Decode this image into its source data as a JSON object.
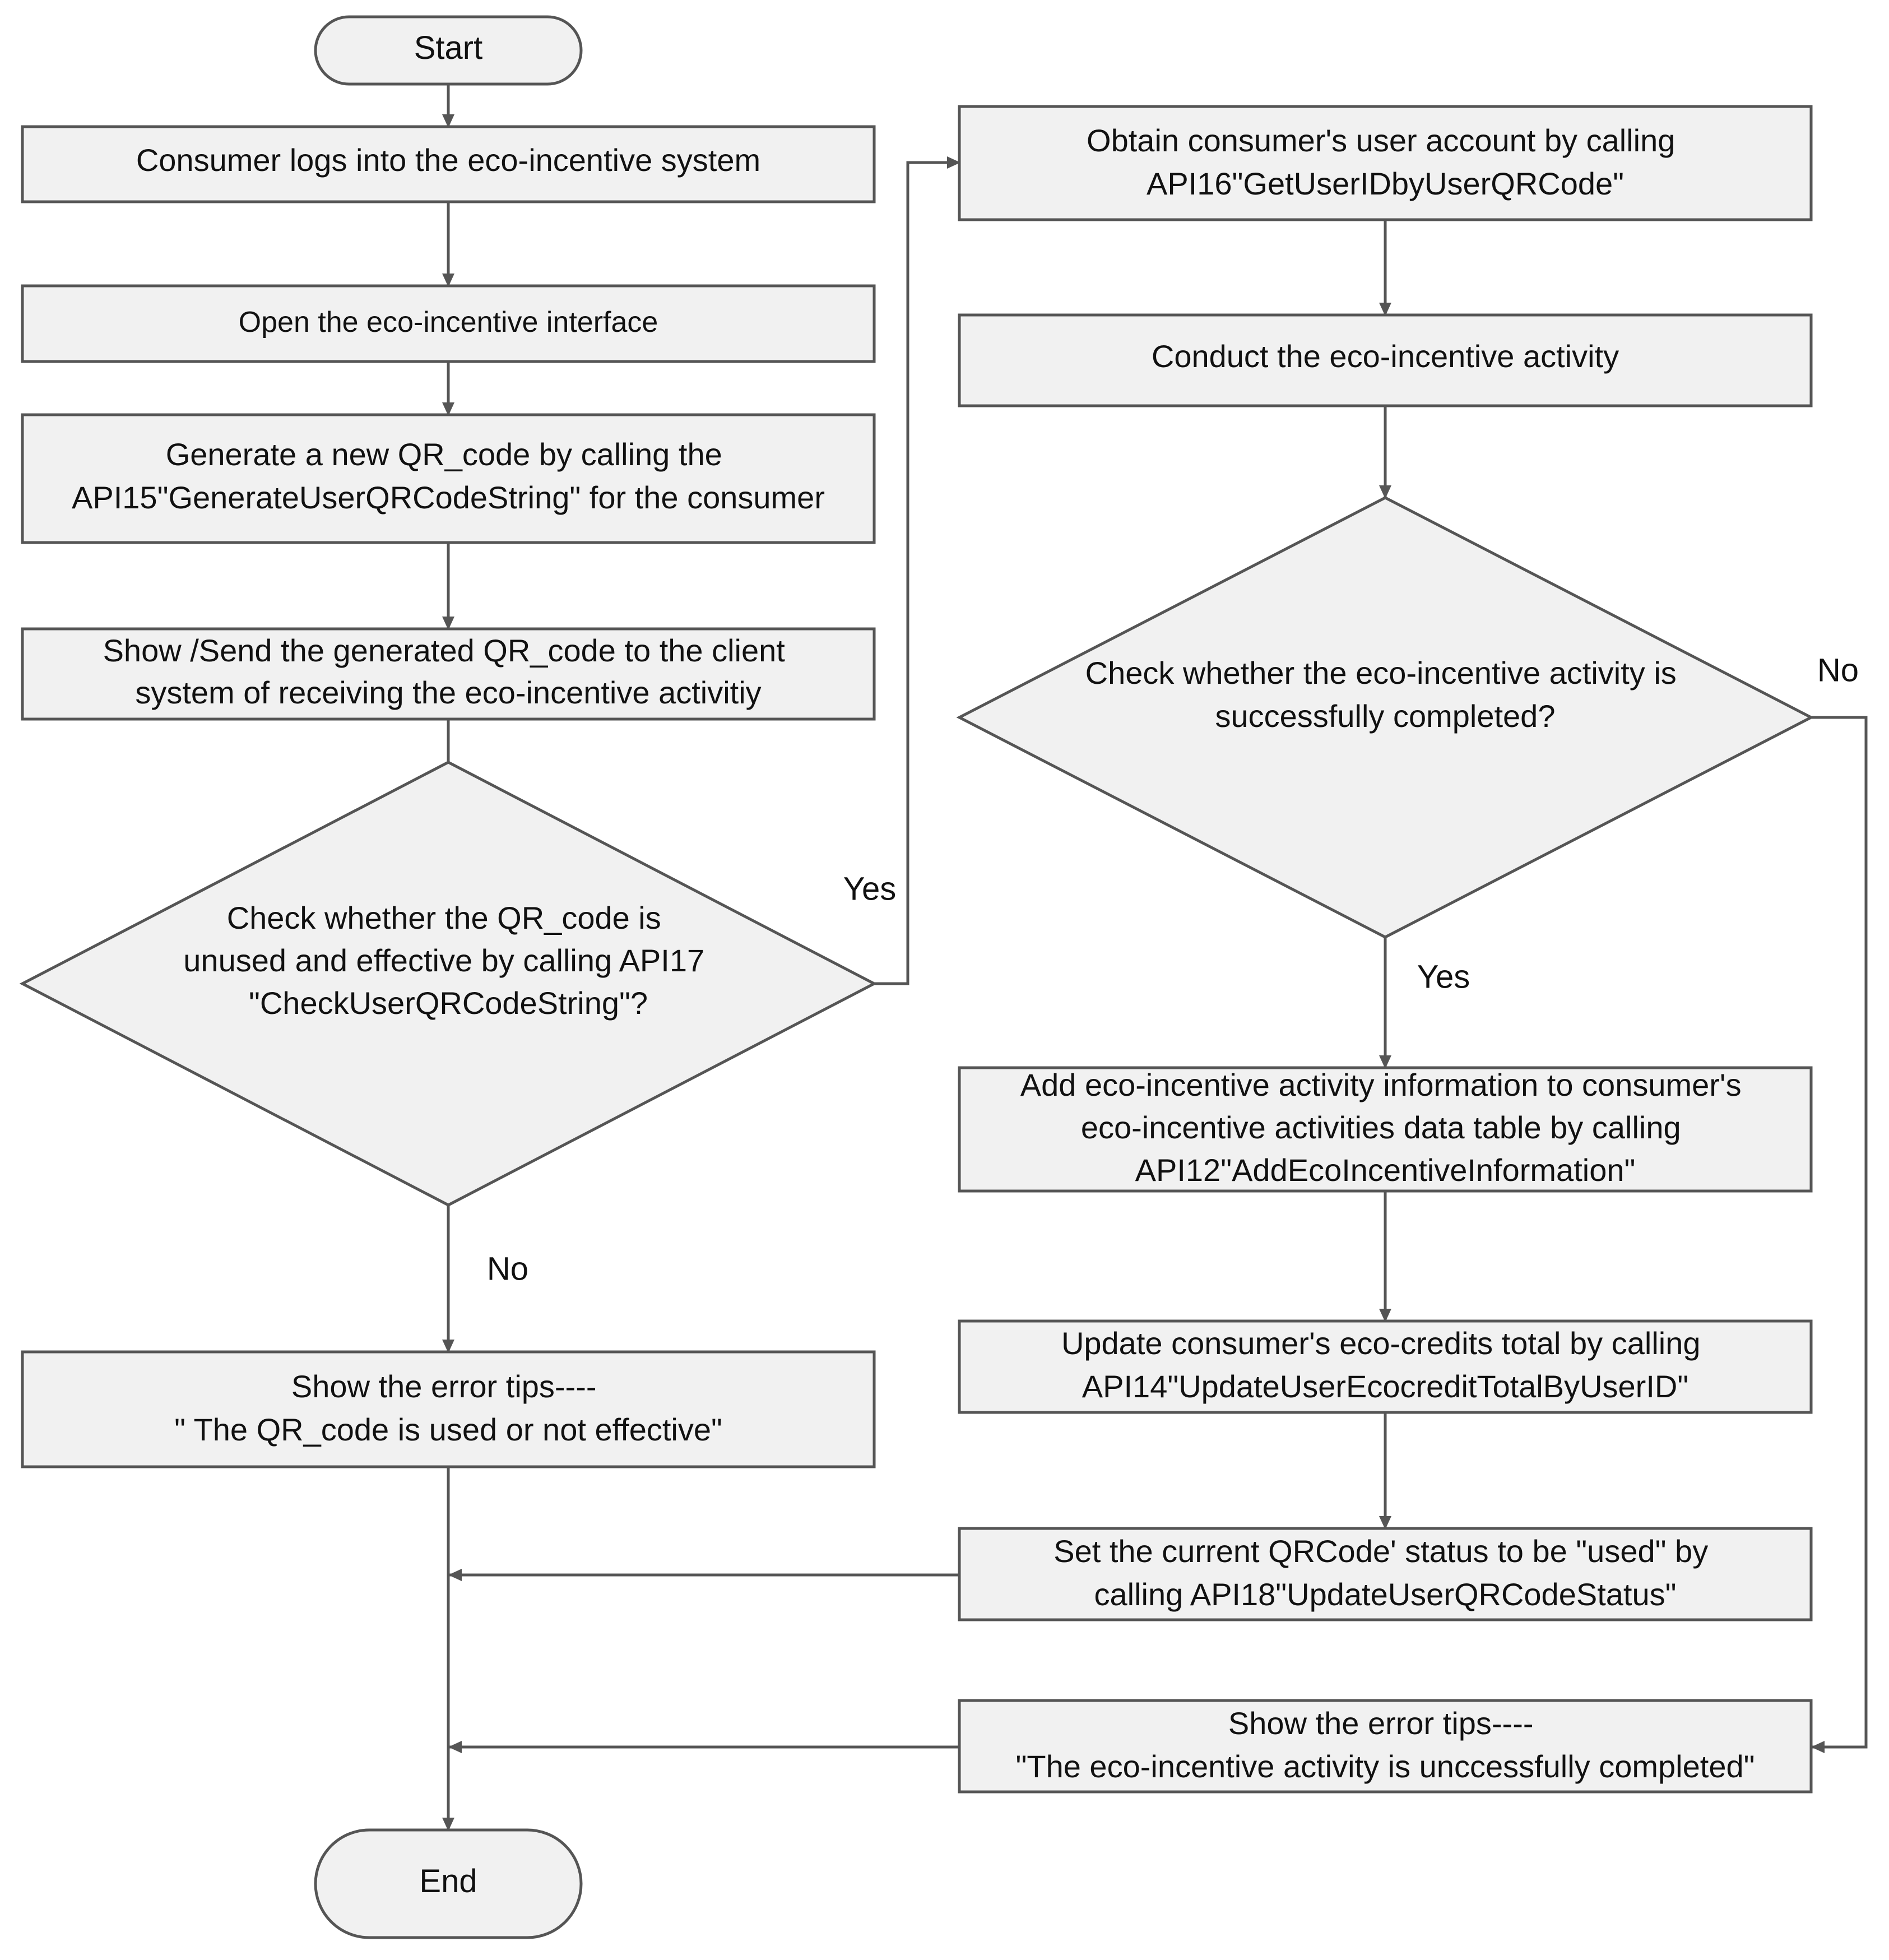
{
  "colors": {
    "node_fill": "#f1f1f1",
    "node_stroke": "#555555",
    "connector": "#555555",
    "text": "#111111"
  },
  "nodes": {
    "start": [
      "Start"
    ],
    "login": [
      "Consumer logs into the eco-incentive system"
    ],
    "open_interface": [
      "Open the eco-incentive interface"
    ],
    "generate_qr": [
      "Generate a new QR_code by calling the",
      "API15\"GenerateUserQRCodeString\" for the consumer"
    ],
    "show_send_qr": [
      "Show /Send the generated QR_code to the client",
      "system of receiving the eco-incentive activitiy"
    ],
    "check_qr": [
      "Check  whether the QR_code is",
      "unused and effective by calling API17",
      "\"CheckUserQRCodeString\"?"
    ],
    "qr_error": [
      "Show the error tips----",
      "\" The QR_code is used or not effective\""
    ],
    "end": [
      "End"
    ],
    "obtain_account": [
      "Obtain consumer's user account by calling",
      "API16\"GetUserIDbyUserQRCode\""
    ],
    "conduct_activity": [
      "Conduct the eco-incentive activity"
    ],
    "check_activity": [
      "Check  whether the eco-incentive activity is",
      "successfully completed?"
    ],
    "add_info": [
      "Add eco-incentive activity information to consumer's",
      "eco-incentive activities data table by calling",
      "API12\"AddEcoIncentiveInformation\""
    ],
    "update_credits": [
      "Update consumer's eco-credits total by calling",
      "API14\"UpdateUserEcocreditTotalByUserID\""
    ],
    "set_status": [
      "Set the current QRCode' status to be \"used\" by",
      "calling API18\"UpdateUserQRCodeStatus\""
    ],
    "activity_error": [
      "Show the error tips----",
      "\"The eco-incentive activity is unccessfully completed\""
    ]
  },
  "edge_labels": {
    "check_qr_yes": "Yes",
    "check_qr_no": "No",
    "check_activity_yes": "Yes",
    "check_activity_no": "No"
  }
}
